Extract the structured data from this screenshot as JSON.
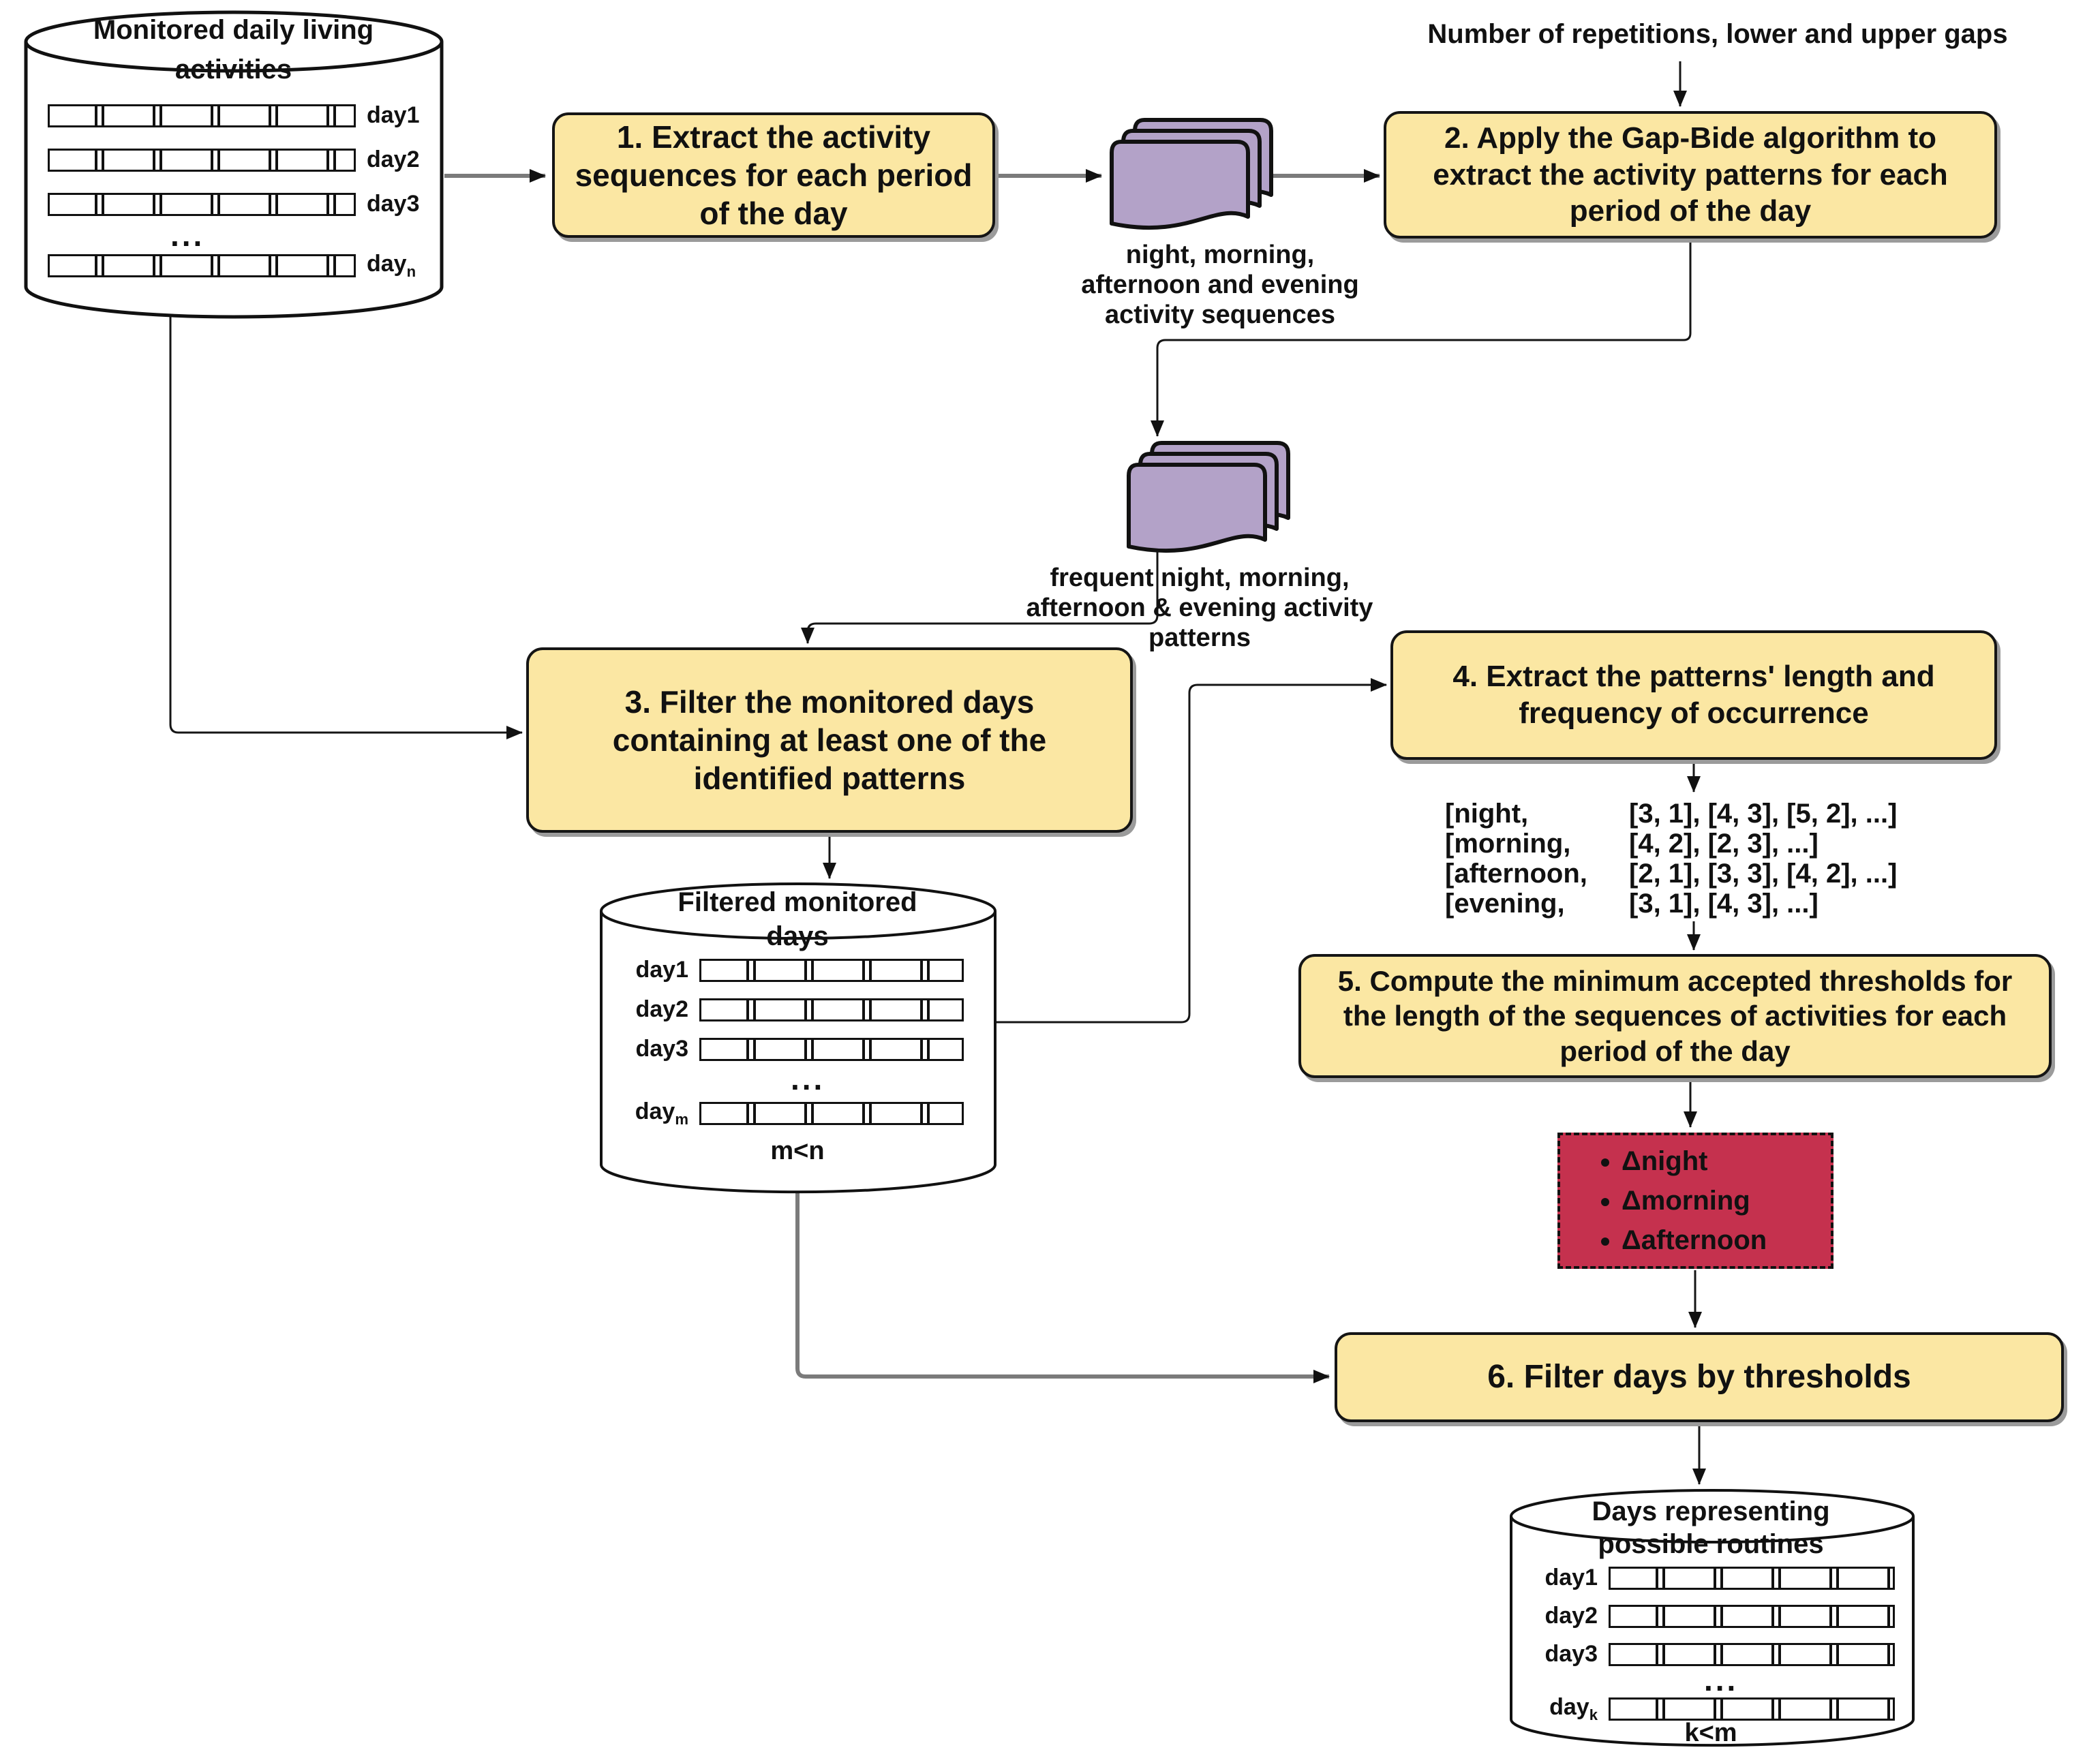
{
  "steps": {
    "s1": "1. Extract the activity sequences for each period of the day",
    "s2": "2. Apply the Gap-Bide algorithm to extract the activity patterns for each period of the day",
    "s3": "3. Filter the monitored days containing at least one of the identified patterns",
    "s4": "4. Extract the patterns' length and frequency of occurrence",
    "s5": "5. Compute the minimum accepted thresholds for the length of the sequences of activities for each period of the day",
    "s6": "6. Filter days by thresholds"
  },
  "inputs": {
    "gapbide_params": "Number of repetitions, lower and upper gaps"
  },
  "databases": {
    "db1": {
      "title_line1": "Monitored daily living",
      "title_line2": "activities",
      "days": [
        "day1",
        "day2",
        "day3"
      ],
      "last_day_base": "day",
      "last_day_sub": "n",
      "dots": "..."
    },
    "db2": {
      "title_line1": "Filtered monitored",
      "title_line2": "days",
      "days": [
        "day1",
        "day2",
        "day3"
      ],
      "last_day_base": "day",
      "last_day_sub": "m",
      "dots": "...",
      "note": "m<n"
    },
    "db3": {
      "title_line1": "Days representing",
      "title_line2": "possible routines",
      "days": [
        "day1",
        "day2",
        "day3"
      ],
      "last_day_base": "day",
      "last_day_sub": "k",
      "dots": "...",
      "note": "k<m"
    }
  },
  "docs": {
    "doc1": {
      "caption_line1": "night, morning,",
      "caption_line2": "afternoon and evening",
      "caption_line3": "activity sequences"
    },
    "doc2": {
      "caption_line1": "frequent night, morning,",
      "caption_line2": "afternoon & evening activity",
      "caption_line3": "patterns"
    }
  },
  "patterns": {
    "rows": [
      {
        "period": "[night,",
        "values": "[3, 1], [4, 3], [5, 2], ...]"
      },
      {
        "period": "[morning,",
        "values": "[4, 2], [2, 3], ...]"
      },
      {
        "period": "[afternoon,",
        "values": "[2, 1], [3, 3], [4, 2], ...]"
      },
      {
        "period": "[evening,",
        "values": "[3, 1], [4, 3], ...]"
      }
    ]
  },
  "thresholds": {
    "items": [
      "Δnight",
      "Δmorning",
      "Δafternoon"
    ]
  },
  "colors": {
    "step_box_fill": "#FBE7A3",
    "document_fill": "#B3A2C8",
    "threshold_box_fill": "#C5314E",
    "line_gray": "#7B7B7B",
    "line_black": "#151515"
  }
}
